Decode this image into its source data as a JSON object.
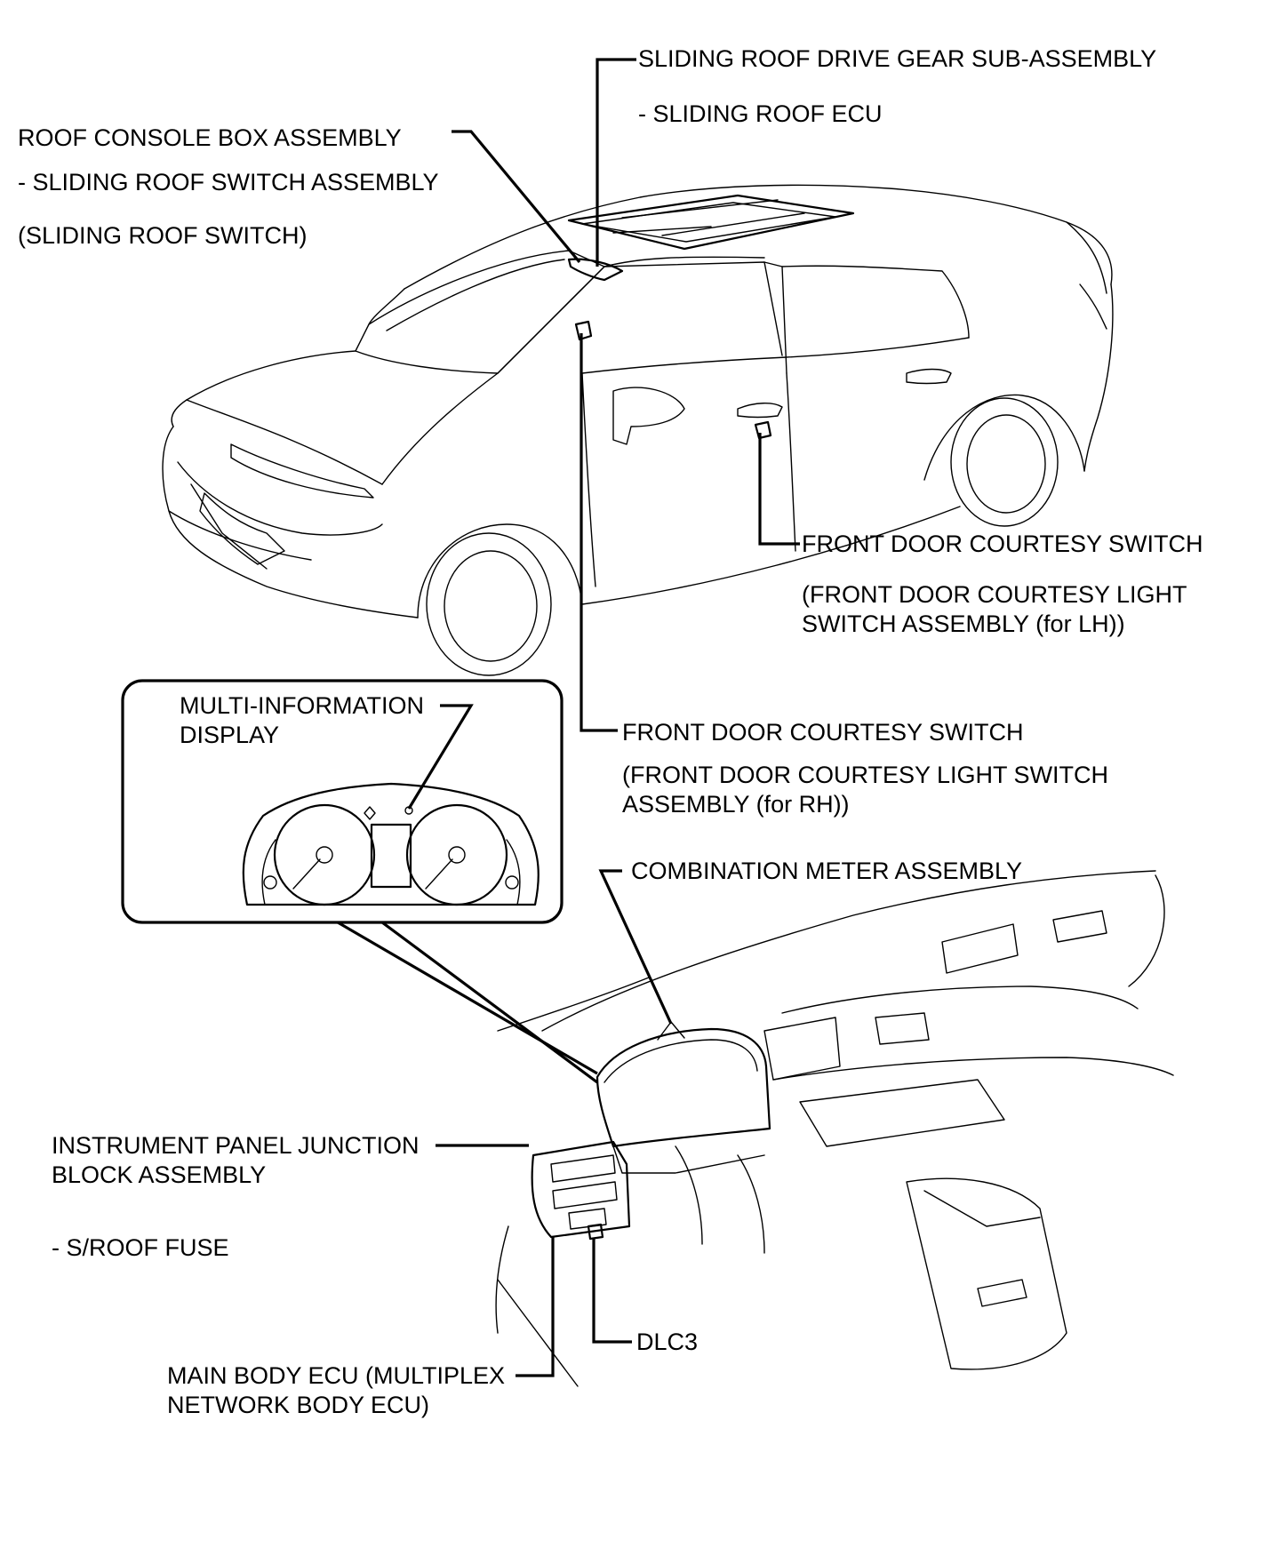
{
  "labels": {
    "drive_gear": "SLIDING ROOF DRIVE GEAR SUB-ASSEMBLY",
    "drive_gear_ecu": "- SLIDING ROOF ECU",
    "console_box": "ROOF CONSOLE BOX ASSEMBLY",
    "roof_switch_assy": "- SLIDING ROOF SWITCH ASSEMBLY",
    "roof_switch": "(SLIDING ROOF SWITCH)",
    "courtesy_lh_title": "FRONT DOOR COURTESY SWITCH",
    "courtesy_lh_line1": "(FRONT DOOR COURTESY LIGHT",
    "courtesy_lh_line2": "SWITCH ASSEMBLY (for LH))",
    "mid_line1": "MULTI-INFORMATION",
    "mid_line2": "DISPLAY",
    "courtesy_rh_title": "FRONT DOOR COURTESY SWITCH",
    "courtesy_rh_line1": "(FRONT DOOR COURTESY LIGHT SWITCH",
    "courtesy_rh_line2": "ASSEMBLY (for RH))",
    "combination_meter": "COMBINATION METER ASSEMBLY",
    "junction_line1": "INSTRUMENT PANEL JUNCTION",
    "junction_line2": "BLOCK ASSEMBLY",
    "fuse": "- S/ROOF FUSE",
    "dlc3": "DLC3",
    "main_body_line1": "MAIN BODY ECU (MULTIPLEX",
    "main_body_line2": "NETWORK BODY ECU)"
  },
  "colors": {
    "ink": "#000000",
    "background": "#ffffff"
  }
}
